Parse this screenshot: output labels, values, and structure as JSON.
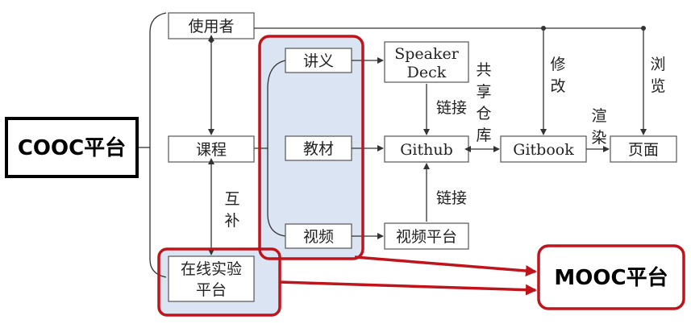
{
  "nodes": {
    "cooc": "COOC平台",
    "mooc": "MOOC平台",
    "user": "使用者",
    "course": "课程",
    "lab_line1": "在线实验",
    "lab_line2": "平台",
    "lecture": "讲义",
    "textbook": "教材",
    "video": "视频",
    "speaker_line1": "Speaker",
    "speaker_line2": "Deck",
    "github": "Github",
    "video_platform": "视频平台",
    "gitbook": "Gitbook",
    "page": "页面"
  },
  "edge_labels": {
    "complement_1": "互",
    "complement_2": "补",
    "link_top": "链接",
    "link_bottom": "链接",
    "share_repo_1": "共",
    "share_repo_2": "享",
    "share_repo_3": "仓",
    "share_repo_4": "库",
    "modify_1": "修",
    "modify_2": "改",
    "render_1": "渲",
    "render_2": "染",
    "browse_1": "浏",
    "browse_2": "览"
  },
  "colors": {
    "highlight_fill": "#dbe4f3",
    "red_outline": "#c0141c",
    "box_stroke": "#555555"
  }
}
